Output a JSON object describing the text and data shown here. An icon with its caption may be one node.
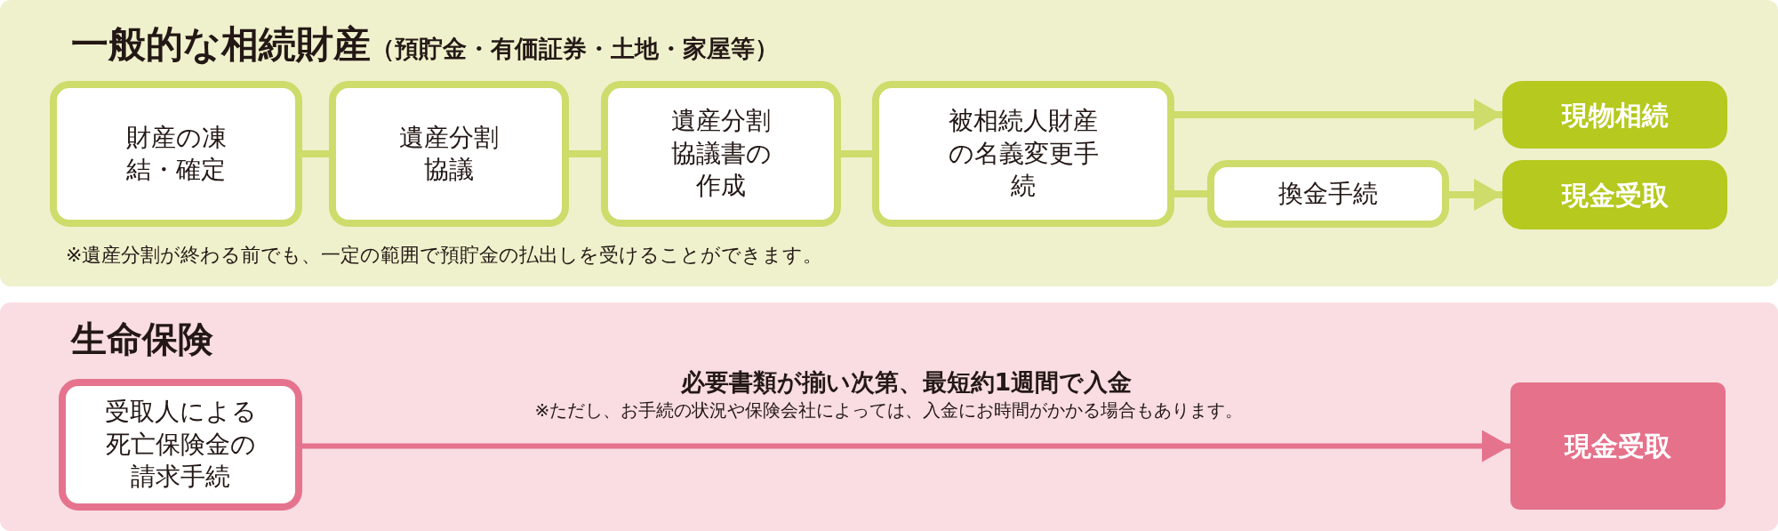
{
  "diagram": {
    "nodes": [
      {
        "text": [
          "**一般的な相続財産**（預貯金・有価証券・土地・家屋等）",
          "※遺産分割が終わる前でも、一定の範囲で預貯金の払出しを受けることができます。"
        ]
      },
      {
        "text": [
          "財産の凍結・確定"
        ],
        "in": 0
      },
      {
        "text": [
          "遺産分割協議"
        ],
        "in": 0
      },
      {
        "text": [
          "遺産分割協議書の作成"
        ],
        "in": 0
      },
      {
        "text": [
          "被相続人財産の名義変更手続"
        ],
        "in": 0
      },
      {
        "text": [
          "換金手続"
        ],
        "in": 0
      },
      {
        "text": [
          "現物相続"
        ],
        "in": 0
      },
      {
        "text": [
          "現金受取"
        ],
        "in": 0
      },
      {
        "text": [
          "生命保険"
        ]
      },
      {
        "text": [
          "受取人による死亡保険金の請求手続"
        ],
        "in": 8
      },
      {
        "text": [
          "現金受取"
        ],
        "in": 8
      }
    ],
    "edges": [
      {
        "from": 1,
        "to": 2,
        "arrow": "none"
      },
      {
        "from": 2,
        "to": 3,
        "arrow": "none"
      },
      {
        "from": 3,
        "to": 4,
        "arrow": "none"
      },
      {
        "from": 4,
        "to": 6,
        "arrow": "to"
      },
      {
        "from": 4,
        "to": 5,
        "arrow": "none"
      },
      {
        "from": 5,
        "to": 7,
        "arrow": "to"
      },
      {
        "from": 9,
        "to": 10,
        "arrow": "to",
        "label": "必要書類が揃い次第、最短約1週間で入金",
        "color": "#e5738e"
      }
    ],
    "labels": [
      "※ただし、お手続の状況や保険会社によっては、入金にお時間がかかる場合もあります。"
    ]
  }
}
